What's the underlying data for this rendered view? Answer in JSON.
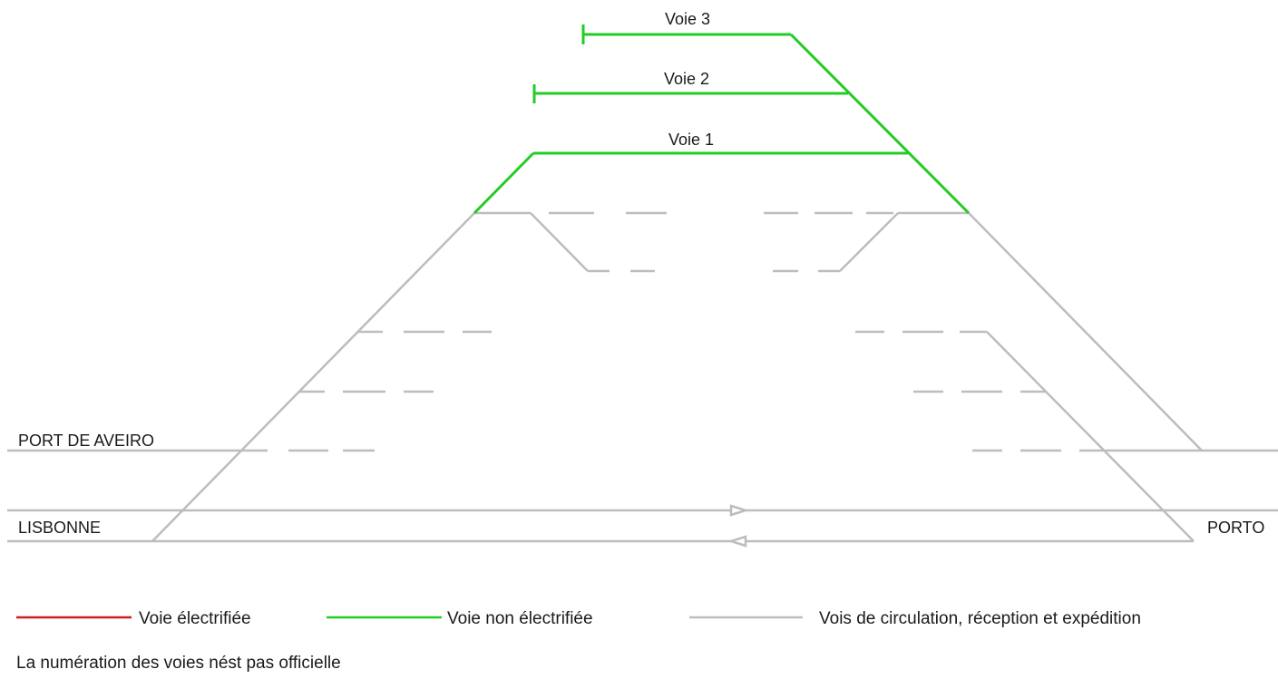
{
  "colors": {
    "electrified": "#cc1f1f",
    "non_electrified": "#22cc22",
    "circulation": "#bdbdbd",
    "text": "#1a1a1a"
  },
  "tracks": {
    "voie_3": "Voie 3",
    "voie_2": "Voie 2",
    "voie_1": "Voie 1"
  },
  "destinations": {
    "port_de_aveiro": "PORT DE AVEIRO",
    "lisbonne": "LISBONNE",
    "porto": "PORTO"
  },
  "legend": {
    "electrified": "Voie électrifiée",
    "non_electrified": "Voie non électrifiée",
    "circulation": "Vois de circulation, réception et expédition"
  },
  "note": "La numération des voies nést pas officielle"
}
